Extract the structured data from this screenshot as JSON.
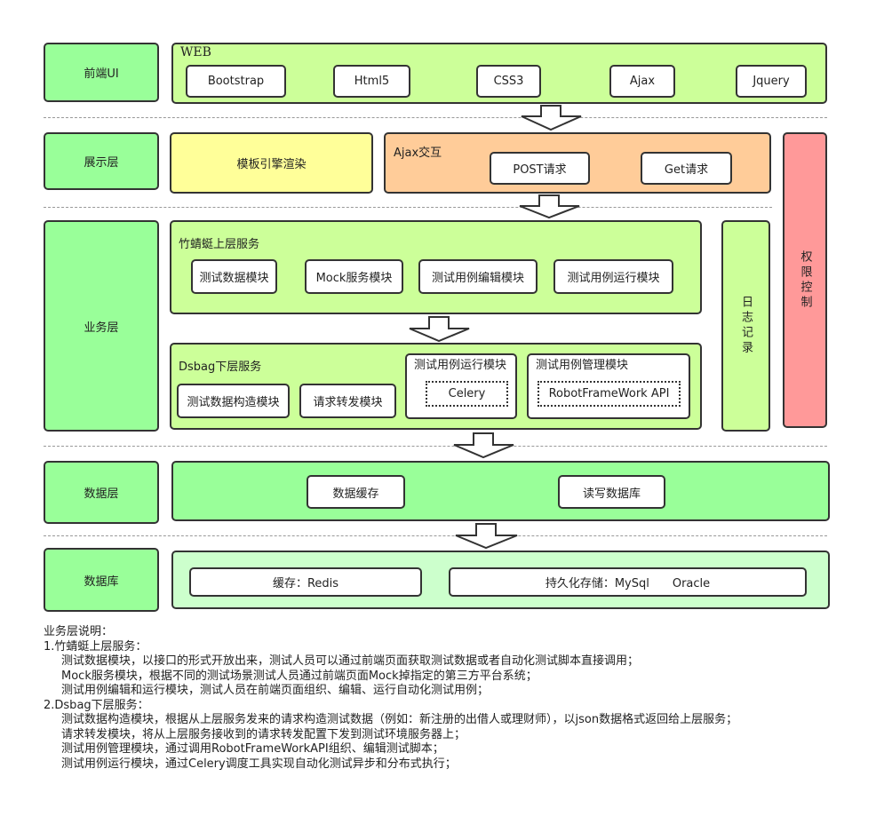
{
  "layers": {
    "frontend": "前端UI",
    "display": "展示层",
    "business": "业务层",
    "data": "数据层",
    "database": "数据库"
  },
  "web": {
    "title": "WEB",
    "items": [
      "Bootstrap",
      "Html5",
      "CSS3",
      "Ajax",
      "Jquery"
    ]
  },
  "display": {
    "template": "模板引擎渲染",
    "ajax_title": "Ajax交互",
    "post": "POST请求",
    "get": "Get请求"
  },
  "permission": "权限控制",
  "log": "日志记录",
  "upper": {
    "title": "竹蜻蜓上层服务",
    "items": [
      "测试数据模块",
      "Mock服务模块",
      "测试用例编辑模块",
      "测试用例运行模块"
    ]
  },
  "lower": {
    "title": "Dsbag下层服务",
    "items": [
      "测试数据构造模块",
      "请求转发模块"
    ],
    "run_title": "测试用例运行模块",
    "run_inner": "Celery",
    "manage_title": "测试用例管理模块",
    "manage_inner": "RobotFrameWork API"
  },
  "datalayer": {
    "items": [
      "数据缓存",
      "读写数据库"
    ]
  },
  "database": {
    "items": [
      "缓存：Redis",
      "持久化存储：MySql　　Oracle"
    ]
  },
  "notes": {
    "title": "业务层说明：",
    "s1": "1.竹蜻蜓上层服务：",
    "s1_lines": [
      "测试数据模块，以接口的形式开放出来，测试人员可以通过前端页面获取测试数据或者自动化测试脚本直接调用；",
      "Mock服务模块，根据不同的测试场景测试人员通过前端页面Mock掉指定的第三方平台系统；",
      "测试用例编辑和运行模块，测试人员在前端页面组织、编辑、运行自动化测试用例；"
    ],
    "s2": "2.Dsbag下层服务：",
    "s2_lines": [
      "测试数据构造模块，根据从上层服务发来的请求构造测试数据（例如：新注册的出借人或理财师），以json数据格式返回给上层服务；",
      "请求转发模块，将从上层服务接收到的请求转发配置下发到测试环境服务器上；",
      "测试用例管理模块，通过调用RobotFrameWorkAPI组织、编辑测试脚本；",
      "测试用例运行模块，通过Celery调度工具实现自动化测试异步和分布式执行；"
    ]
  }
}
